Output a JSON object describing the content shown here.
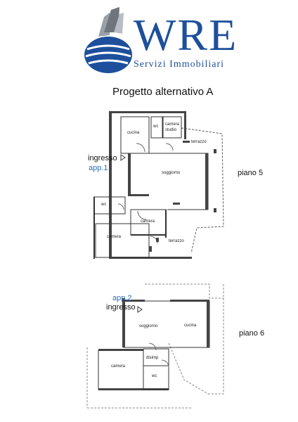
{
  "header": {
    "brand": "WRE",
    "tagline": "Servizi Immobiliari",
    "brand_color": "#1d4f9c"
  },
  "title": "Progetto alternativo  A",
  "floor5": {
    "piano_label": "piano 5",
    "entrance_label": "ingresso",
    "apt_label": "app.1",
    "rooms": {
      "cucina": "cucina",
      "wc_top": "wc",
      "camera_studio_1": "camera",
      "camera_studio_2": "studio",
      "terrazzo_top": "terrazzo",
      "soggiorno": "soggiorno",
      "wc_left": "wc",
      "camera_mid": "camera",
      "camera_left": "camera",
      "terrazzo_bottom": "terrazzo"
    }
  },
  "floor6": {
    "piano_label": "piano 6",
    "apt_label": "app.2",
    "entrance_label": "ingresso",
    "rooms": {
      "soggiorno": "soggiorno",
      "cucina": "cucina",
      "disimp": "disimp",
      "camera": "camera",
      "wc": "wc"
    }
  }
}
